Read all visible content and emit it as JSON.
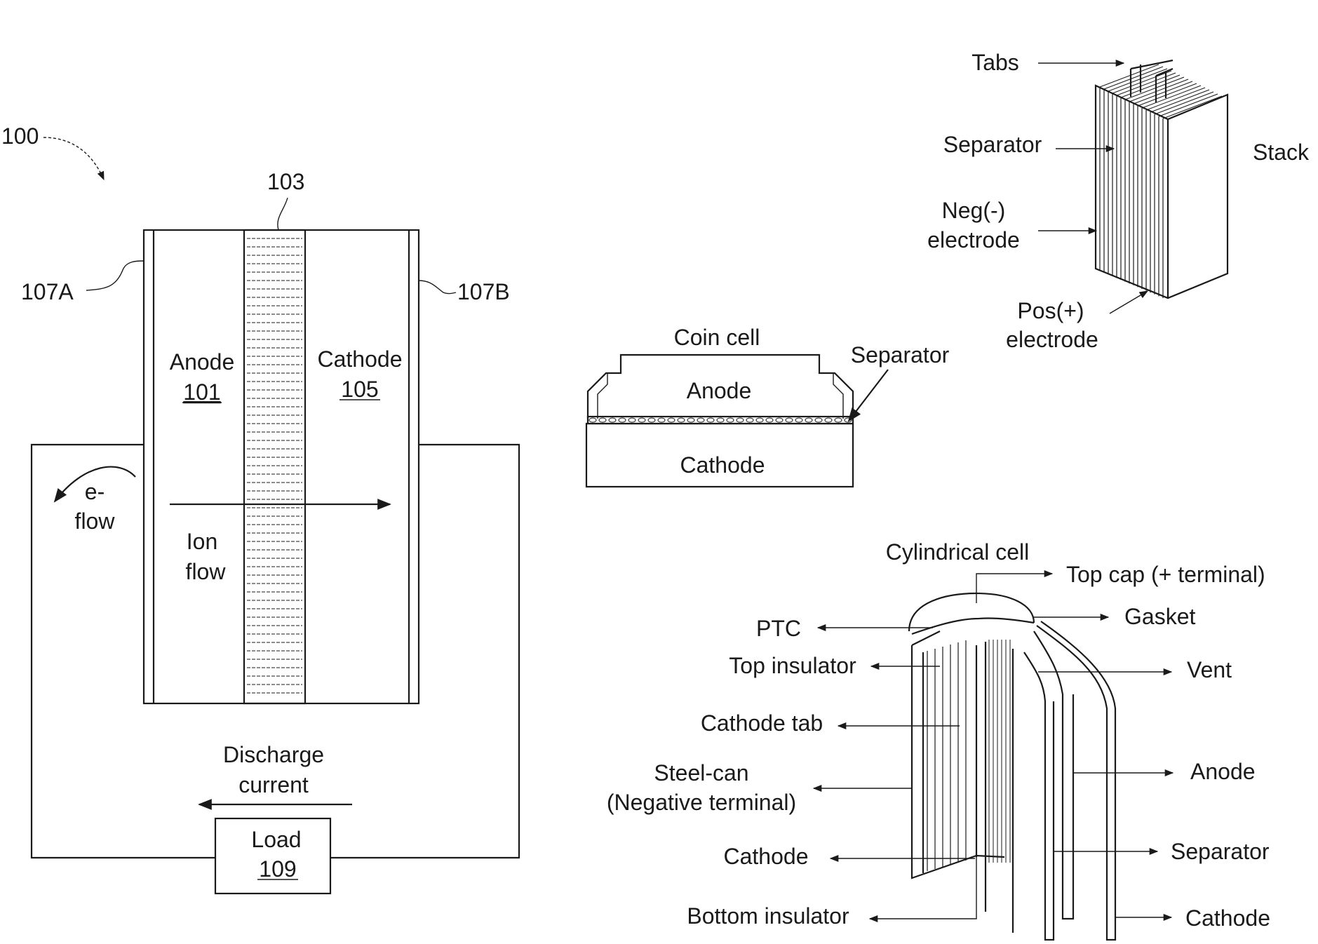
{
  "main_diagram": {
    "ref": "100",
    "separator_ref": "103",
    "collector_a_ref": "107A",
    "collector_b_ref": "107B",
    "anode_label": "Anode",
    "anode_ref": "101",
    "cathode_label": "Cathode",
    "cathode_ref": "105",
    "electron_flow_line1": "e-",
    "electron_flow_line2": "flow",
    "ion_flow_line1": "Ion",
    "ion_flow_line2": "flow",
    "discharge_line1": "Discharge",
    "discharge_line2": "current",
    "load_label": "Load",
    "load_ref": "109"
  },
  "coin_cell": {
    "title": "Coin cell",
    "anode": "Anode",
    "cathode": "Cathode",
    "separator": "Separator"
  },
  "stack": {
    "title": "Stack",
    "tabs": "Tabs",
    "separator": "Separator",
    "neg_line1": "Neg(-)",
    "neg_line2": "electrode",
    "pos_line1": "Pos(+)",
    "pos_line2": "electrode"
  },
  "cylindrical_cell": {
    "title": "Cylindrical cell",
    "top_cap": "Top cap (+ terminal)",
    "gasket": "Gasket",
    "ptc": "PTC",
    "top_insulator": "Top insulator",
    "vent": "Vent",
    "cathode_tab": "Cathode tab",
    "steel_can_line1": "Steel-can",
    "steel_can_line2": "(Negative terminal)",
    "anode": "Anode",
    "cathode_left": "Cathode",
    "separator": "Separator",
    "bottom_insulator": "Bottom insulator",
    "cathode_right": "Cathode"
  }
}
